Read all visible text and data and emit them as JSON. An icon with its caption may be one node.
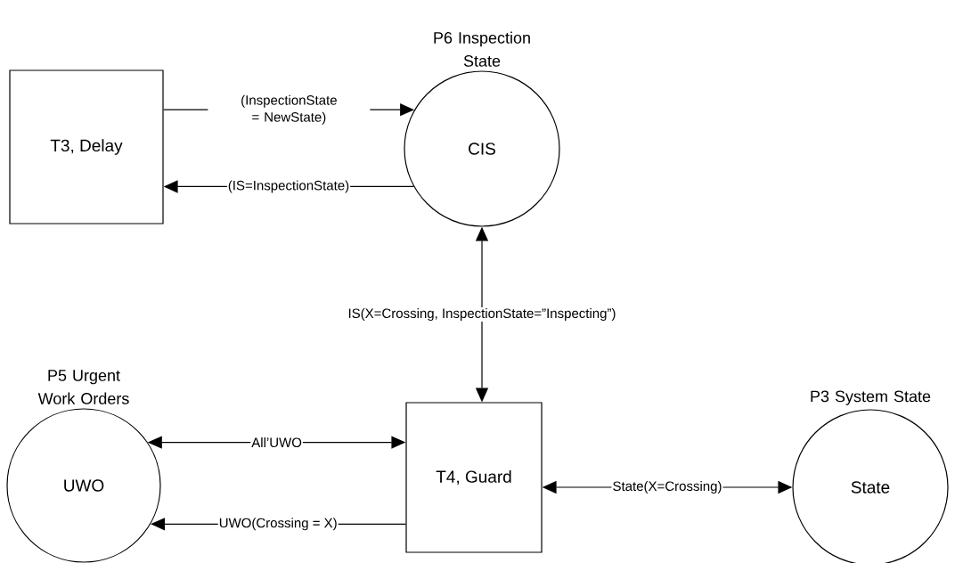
{
  "diagram": {
    "nodes": [
      {
        "text": [
          "T3, Delay"
        ]
      },
      {
        "text": [
          "P6 Inspection State",
          "CIS"
        ]
      },
      {
        "text": [
          "P5 Urgent Work Orders",
          "UWO"
        ]
      },
      {
        "text": [
          "T4, Guard"
        ]
      },
      {
        "text": [
          "P3 System State",
          "State"
        ]
      }
    ],
    "edges": [
      {
        "from": 0,
        "to": 1,
        "arrow": "to",
        "label": "(InspectionState = NewState)"
      },
      {
        "from": 1,
        "to": 0,
        "arrow": "to",
        "label": "(IS=InspectionState)"
      },
      {
        "from": 1,
        "to": 3,
        "arrow": "both",
        "label": "IS(X=Crossing, InspectionState=”Inspecting”)"
      },
      {
        "from": 2,
        "to": 3,
        "arrow": "both",
        "label": "All’UWO"
      },
      {
        "from": 3,
        "to": 2,
        "arrow": "to",
        "label": "UWO(Crossing = X)"
      },
      {
        "from": 3,
        "to": 4,
        "arrow": "both",
        "label": "State(X=Crossing)"
      }
    ]
  }
}
